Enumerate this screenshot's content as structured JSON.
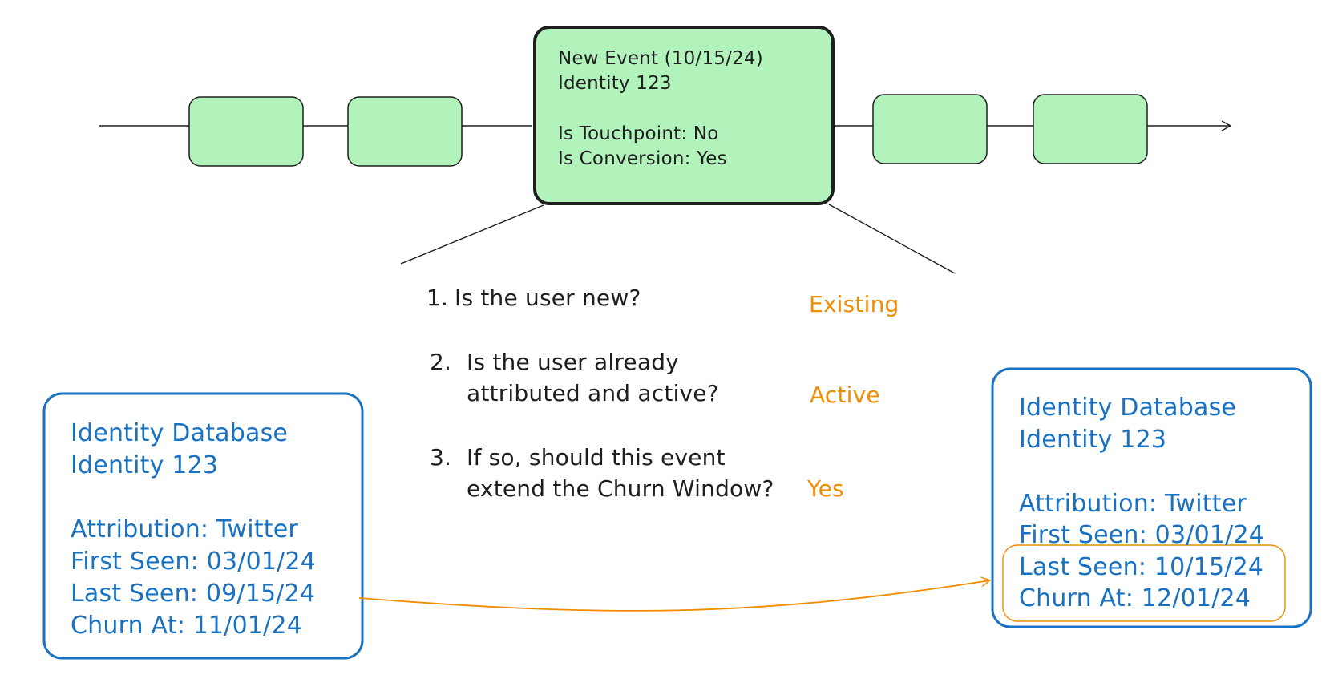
{
  "colors": {
    "stroke": "#1e1e1e",
    "event_fill": "#b2f2bb",
    "database_stroke": "#1971c2",
    "answer": "#f08c00",
    "highlight": "#f08c00"
  },
  "timeline": {
    "event_card": {
      "line_1": "New Event (10/15/24)",
      "line_2": "Identity 123",
      "line_3": "Is Touchpoint: No",
      "line_4": "Is Conversion: Yes"
    }
  },
  "questions": [
    {
      "number": "1.",
      "line_1": "Is the user new?",
      "line_2": "",
      "answer": "Existing"
    },
    {
      "number": "2.",
      "line_1": "Is the user already",
      "line_2": "attributed and active?",
      "answer": "Active"
    },
    {
      "number": "3.",
      "line_1": "If so, should this event",
      "line_2": "extend the Churn Window?",
      "answer": "Yes"
    }
  ],
  "database_before": {
    "title": "Identity Database",
    "identity": "Identity 123",
    "attribution": "Attribution: Twitter",
    "first_seen": "First Seen: 03/01/24",
    "last_seen": "Last Seen: 09/15/24",
    "churn_at": "Churn At: 11/01/24"
  },
  "database_after": {
    "title": "Identity Database",
    "identity": "Identity 123",
    "attribution": "Attribution: Twitter",
    "first_seen": "First Seen: 03/01/24",
    "last_seen": "Last Seen: 10/15/24",
    "churn_at": "Churn At: 12/01/24"
  }
}
